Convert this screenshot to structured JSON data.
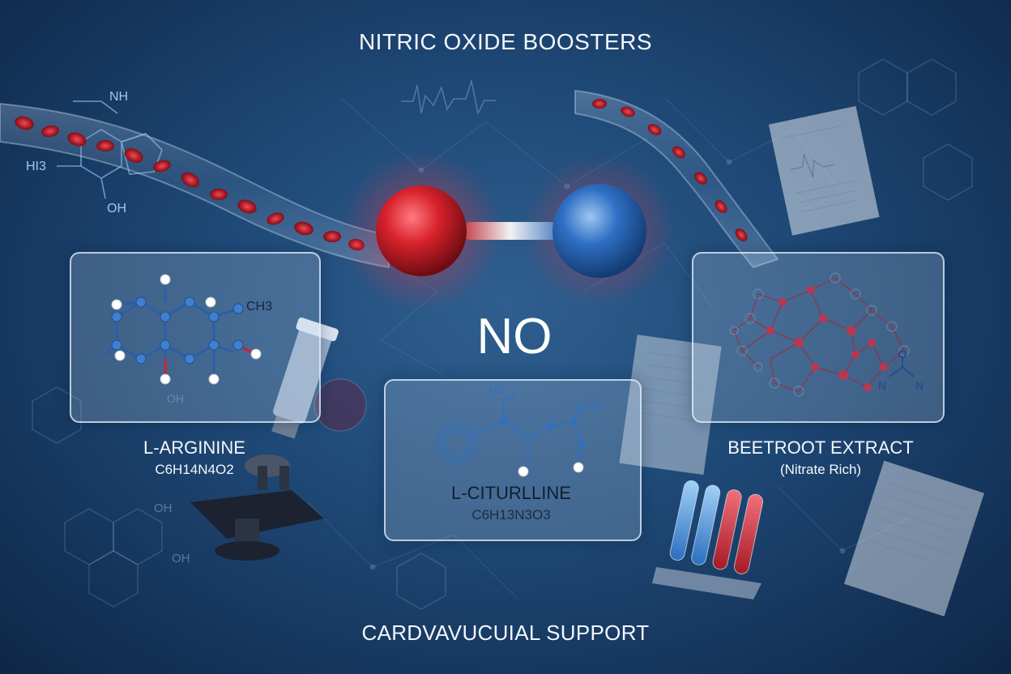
{
  "title": "NITRIC OXIDE BOOSTERS",
  "molecule": {
    "label": "NO"
  },
  "left_card": {
    "name": "L-ARGININE",
    "formula": "C6H14N4O2",
    "diagram_label": "CH3"
  },
  "center_card": {
    "name": "L-CITURLLINE",
    "formula": "C6H13N3O3",
    "diagram_label_top": "H3",
    "diagram_label_right": "OH3"
  },
  "right_card": {
    "name": "BEETROOT EXTRACT",
    "subtitle": "(Nitrate Rich)",
    "diagram_atom_n1": "N",
    "diagram_atom_n2": "N"
  },
  "background_labels": {
    "nh": "NH",
    "hl3": "HI3",
    "oh_upper": "OH",
    "oh_lower1": "OH",
    "oh_lower2": "OH",
    "oh_left_card": "OH"
  },
  "footer": "CARDVAVUCUIAL SUPPORT",
  "colors": {
    "oxygen_red": "#d8222c",
    "nitrogen_blue": "#2f6fc4",
    "glow_red": "#ff3344",
    "background": "#1f4a78"
  }
}
